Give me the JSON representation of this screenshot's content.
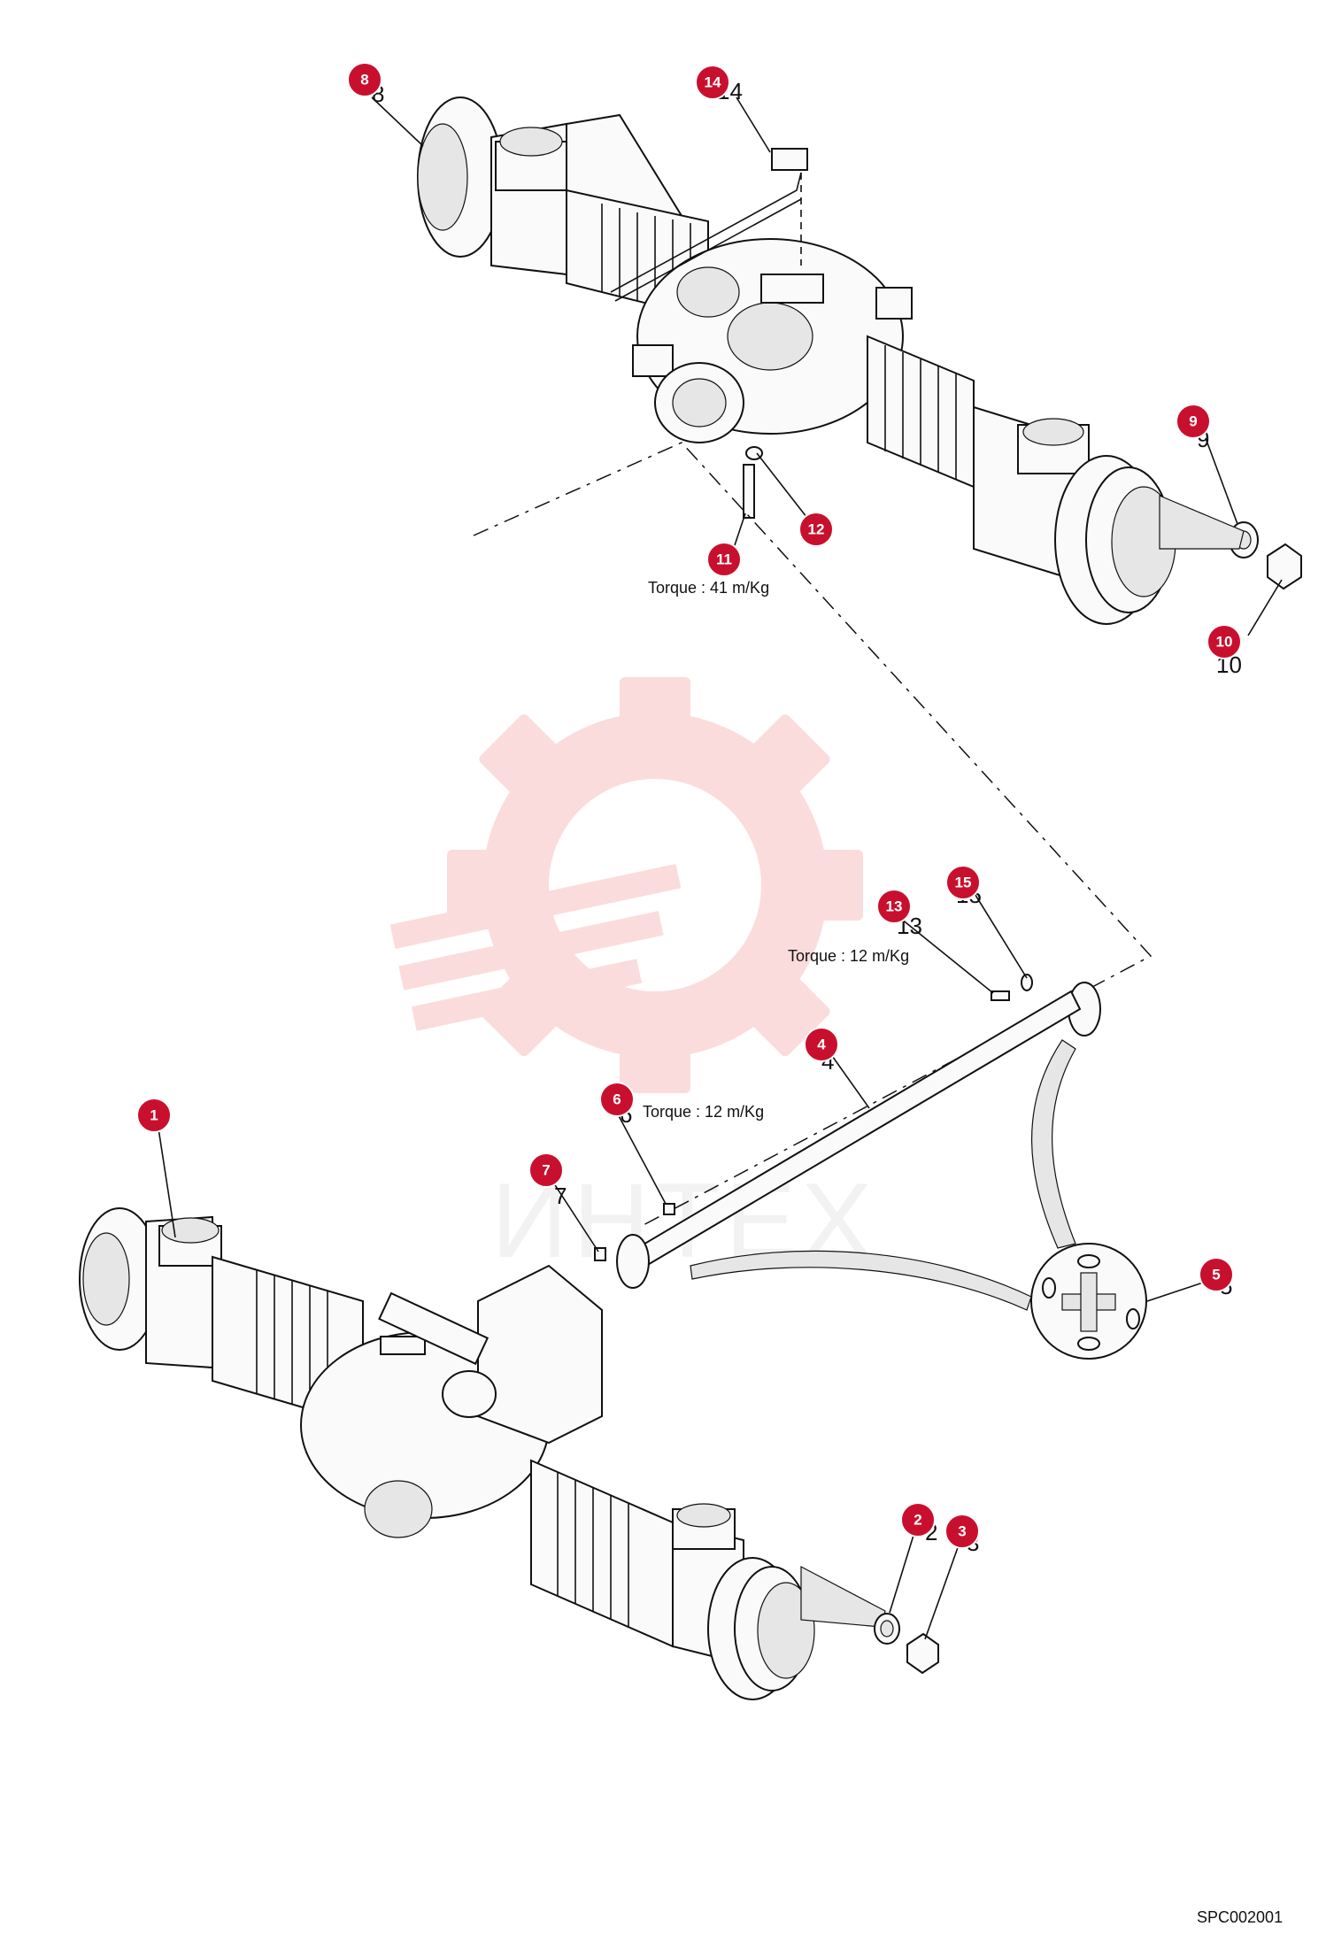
{
  "watermark": {
    "text": "ИНТЕХ",
    "color": "#f08080"
  },
  "badge_color": "#c8102e",
  "callouts": [
    {
      "id": 8,
      "badge": "8",
      "label": "8"
    },
    {
      "id": 14,
      "badge": "14",
      "label": "14"
    },
    {
      "id": 9,
      "badge": "9",
      "label": "9"
    },
    {
      "id": 12,
      "badge": "12",
      "label": "12"
    },
    {
      "id": 11,
      "badge": "11",
      "label": "11"
    },
    {
      "id": 10,
      "badge": "10",
      "label": "10"
    },
    {
      "id": 15,
      "badge": "15",
      "label": "15"
    },
    {
      "id": 13,
      "badge": "13",
      "label": "13"
    },
    {
      "id": 4,
      "badge": "4",
      "label": "4"
    },
    {
      "id": 6,
      "badge": "6",
      "label": "6"
    },
    {
      "id": 1,
      "badge": "1",
      "label": "1"
    },
    {
      "id": 7,
      "badge": "7",
      "label": "7"
    },
    {
      "id": 5,
      "badge": "5",
      "label": "5"
    },
    {
      "id": 2,
      "badge": "2",
      "label": "2"
    },
    {
      "id": 3,
      "badge": "3",
      "label": "3"
    }
  ],
  "torque_notes": {
    "bolt_11": "Torque : 41 m/Kg",
    "bolt_13": "Torque : 12 m/Kg",
    "bolt_6": "Torque : 12 m/Kg"
  },
  "reference_code": "SPC002001"
}
